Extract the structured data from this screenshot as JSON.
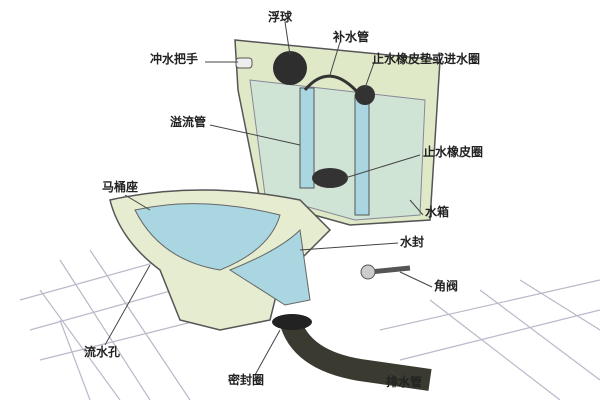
{
  "labels": {
    "float_ball": "浮球",
    "refill_tube": "补水管",
    "flush_handle": "冲水把手",
    "inlet_washer": "止水橡皮垫或进水圈",
    "overflow_tube": "溢流管",
    "flapper": "止水橡皮圈",
    "bowl_seat": "马桶座",
    "tank": "水箱",
    "water_seal": "水封",
    "angle_valve": "角阀",
    "rim_holes": "流水孔",
    "wax_ring": "密封圈",
    "drain_pipe": "排水管"
  },
  "colors": {
    "tank": "#dfe9c8",
    "water": "#a9d6e0",
    "porcelain": "#e6ecd0",
    "pipe": "#3a3a30",
    "tile": "#b9b9c9"
  }
}
